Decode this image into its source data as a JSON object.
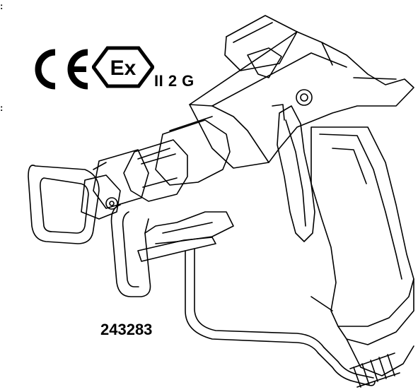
{
  "edge_marks": [
    ":",
    ":"
  ],
  "certification": {
    "ce_mark": "CE",
    "ex_mark": "Ex",
    "category": "II 2 G"
  },
  "part_number": "243283",
  "icons": {
    "ce": "ce-conformity-mark",
    "ex": "atex-explosion-protection-mark",
    "gun": "spray-gun-illustration"
  },
  "colors": {
    "ink": "#000000",
    "background": "#ffffff"
  }
}
